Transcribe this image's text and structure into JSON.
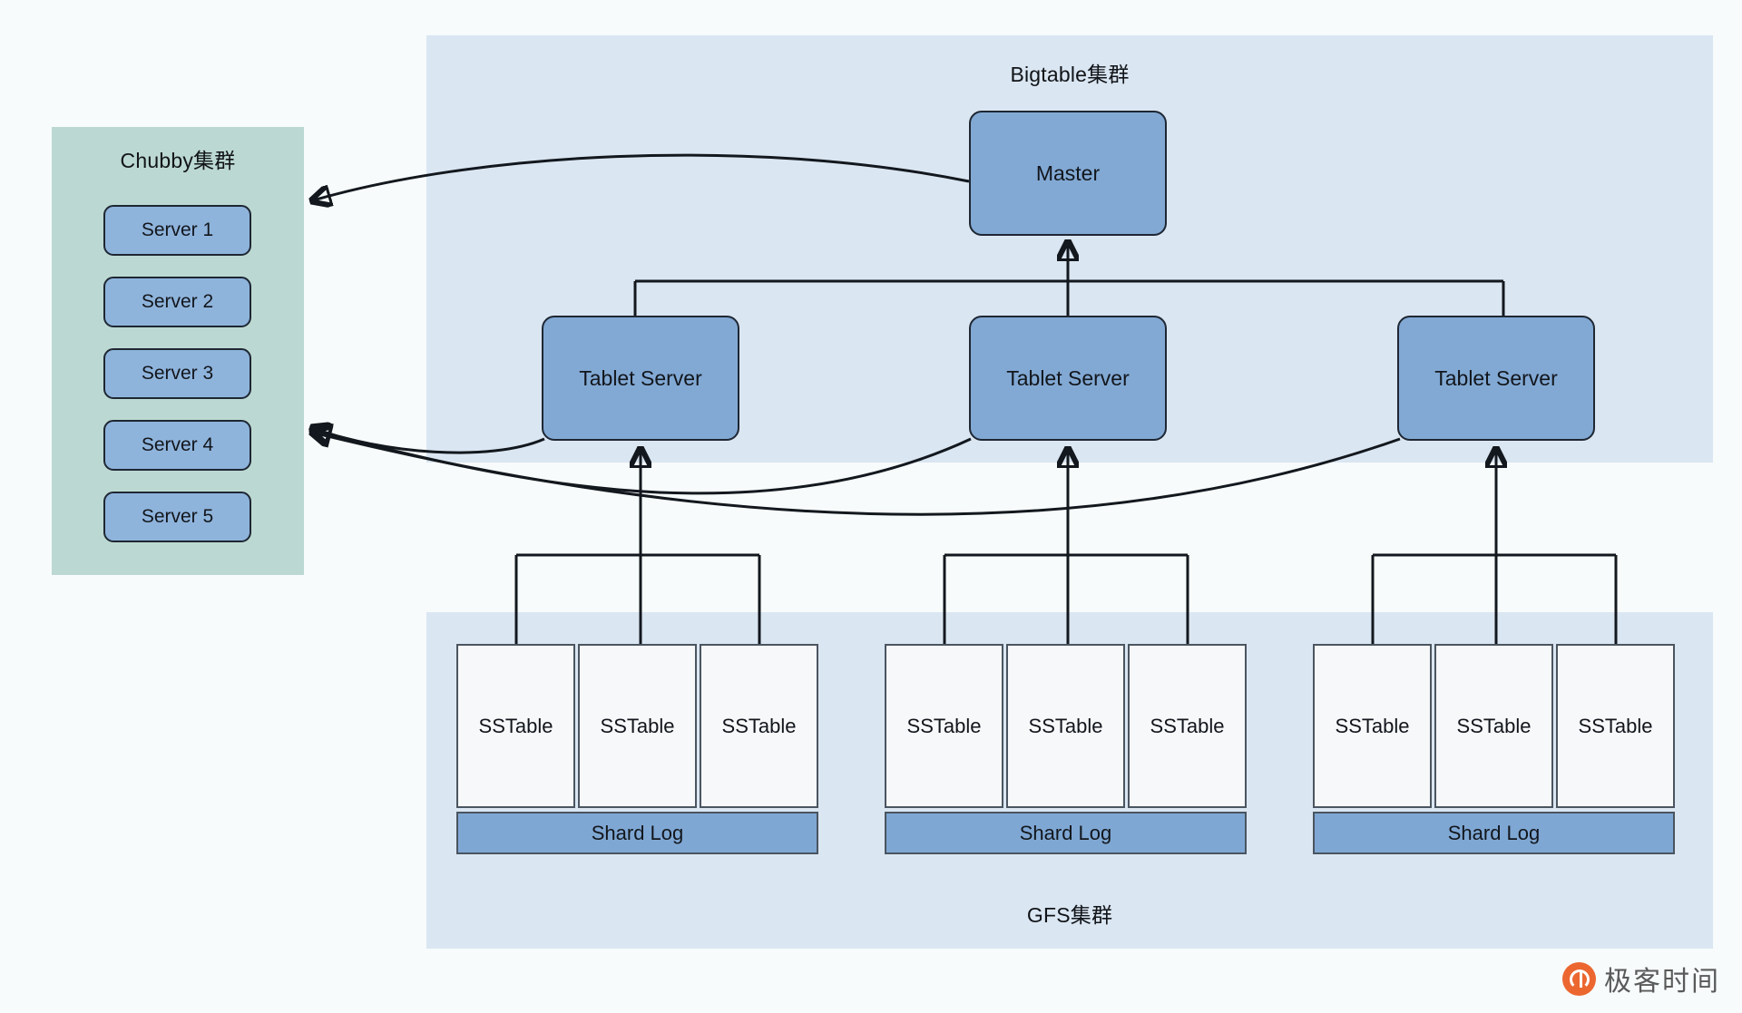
{
  "diagram": {
    "title": "Bigtable / GFS / Chubby architecture",
    "colors": {
      "page_background": "#f7fbfb",
      "cluster_blue": "#dae6f2",
      "chubby_green": "#bcd8d2",
      "node_blue": "#82a9d4",
      "server_blue": "#8fb4dc",
      "sstable_white": "#f6f8f9",
      "shardlog_blue": "#7fa7d3",
      "line_black": "#13181e",
      "watermark_orange": "#ec6730"
    }
  },
  "regions": {
    "bigtable": {
      "title": "Bigtable集群"
    },
    "gfs": {
      "title": "GFS集群"
    },
    "chubby": {
      "title": "Chubby集群"
    }
  },
  "chubby": {
    "servers": [
      {
        "label": "Server 1"
      },
      {
        "label": "Server 2"
      },
      {
        "label": "Server 3"
      },
      {
        "label": "Server 4"
      },
      {
        "label": "Server 5"
      }
    ]
  },
  "bigtable": {
    "master": {
      "label": "Master"
    },
    "tablet_servers": [
      {
        "label": "Tablet Server"
      },
      {
        "label": "Tablet Server"
      },
      {
        "label": "Tablet Server"
      }
    ]
  },
  "gfs": {
    "groups": [
      {
        "sstables": [
          {
            "label": "SSTable"
          },
          {
            "label": "SSTable"
          },
          {
            "label": "SSTable"
          }
        ],
        "shard_log": {
          "label": "Shard Log"
        }
      },
      {
        "sstables": [
          {
            "label": "SSTable"
          },
          {
            "label": "SSTable"
          },
          {
            "label": "SSTable"
          }
        ],
        "shard_log": {
          "label": "Shard Log"
        }
      },
      {
        "sstables": [
          {
            "label": "SSTable"
          },
          {
            "label": "SSTable"
          },
          {
            "label": "SSTable"
          }
        ],
        "shard_log": {
          "label": "Shard Log"
        }
      }
    ]
  },
  "watermark": {
    "text": "极客时间"
  }
}
